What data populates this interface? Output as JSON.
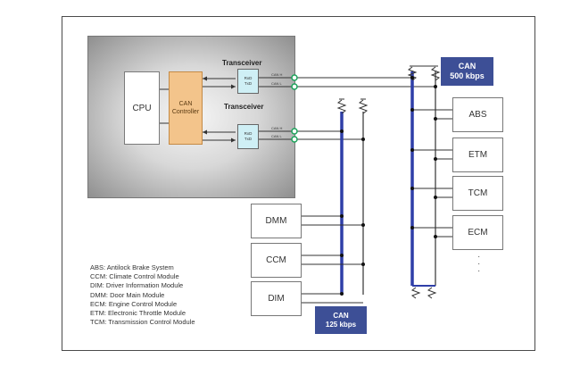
{
  "cpu_label": "CPU",
  "can_controller": {
    "line1": "CAN",
    "line2": "Controller"
  },
  "transceiver_label_1": "Transceiver",
  "transceiver_label_2": "Transceiver",
  "chip": {
    "rx": "RxD",
    "tx": "TxD"
  },
  "pins": {
    "can_h": "CAN H",
    "can_l": "CAN L"
  },
  "high_speed_bus": {
    "name": "CAN",
    "speed": "500 kbps"
  },
  "low_speed_bus": {
    "name": "CAN",
    "speed": "125 kbps"
  },
  "high_speed_modules": [
    "ABS",
    "ETM",
    "TCM",
    "ECM"
  ],
  "low_speed_modules": [
    "DMM",
    "CCM",
    "DIM"
  ],
  "legend": [
    "ABS: Antilock Brake System",
    "CCM: Climate Control Module",
    "DIM: Driver Information Module",
    "DMM: Door Main Module",
    "ECM: Engine Control Module",
    "ETM: Electronic Throttle Module",
    "TCM: Transmission Control Module"
  ],
  "colors": {
    "bus": "#2f3fa8",
    "tag": "#3d4f96",
    "controller": "#f3c48b",
    "chip": "#cfeff5",
    "connector": "#1aa35a"
  }
}
